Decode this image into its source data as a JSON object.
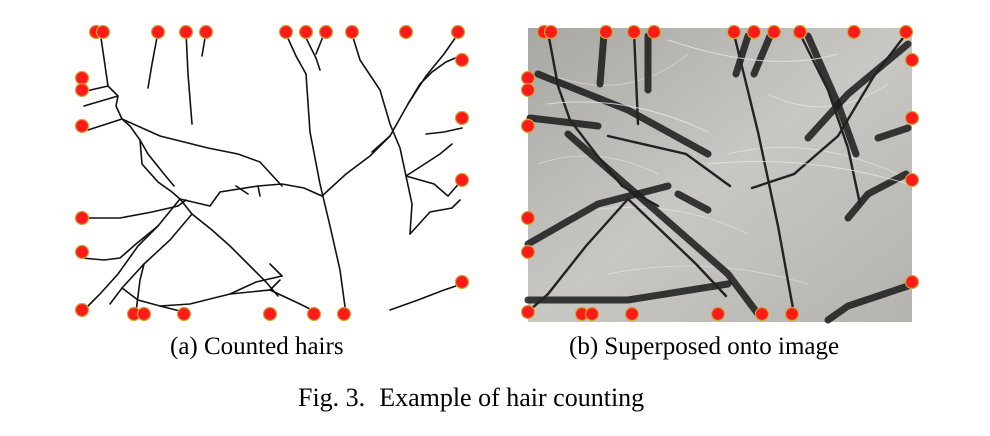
{
  "figure": {
    "label": "Fig. 3.",
    "caption": "Example of hair counting",
    "subfigures": [
      {
        "label": "(a) Counted hairs"
      },
      {
        "label": "(b) Superposed onto image"
      }
    ]
  },
  "colors": {
    "marker_fill": "#ff1a1a",
    "marker_ring": "#c8a93a",
    "hair_line": "#111111",
    "scalp_background": "#bdbab6"
  },
  "icons": {
    "marker": "red-dot-marker"
  }
}
